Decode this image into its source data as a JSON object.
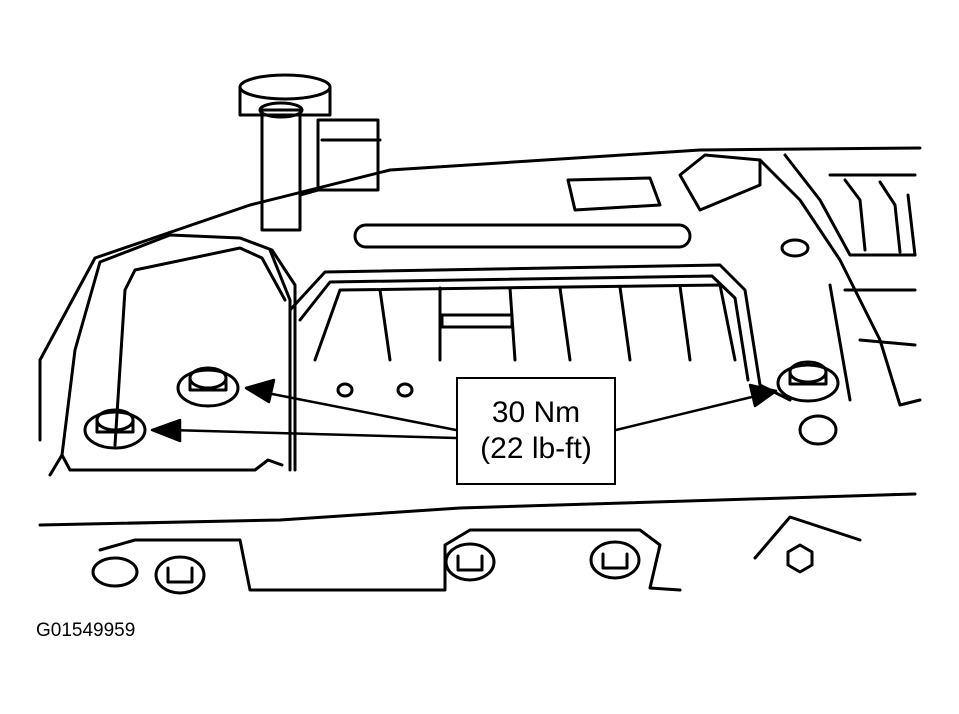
{
  "callout": {
    "torque_metric": "30 Nm",
    "torque_imperial": "(22 lb-ft)"
  },
  "figure_id": "G01549959",
  "colors": {
    "ink": "#000000",
    "paper": "#ffffff"
  }
}
